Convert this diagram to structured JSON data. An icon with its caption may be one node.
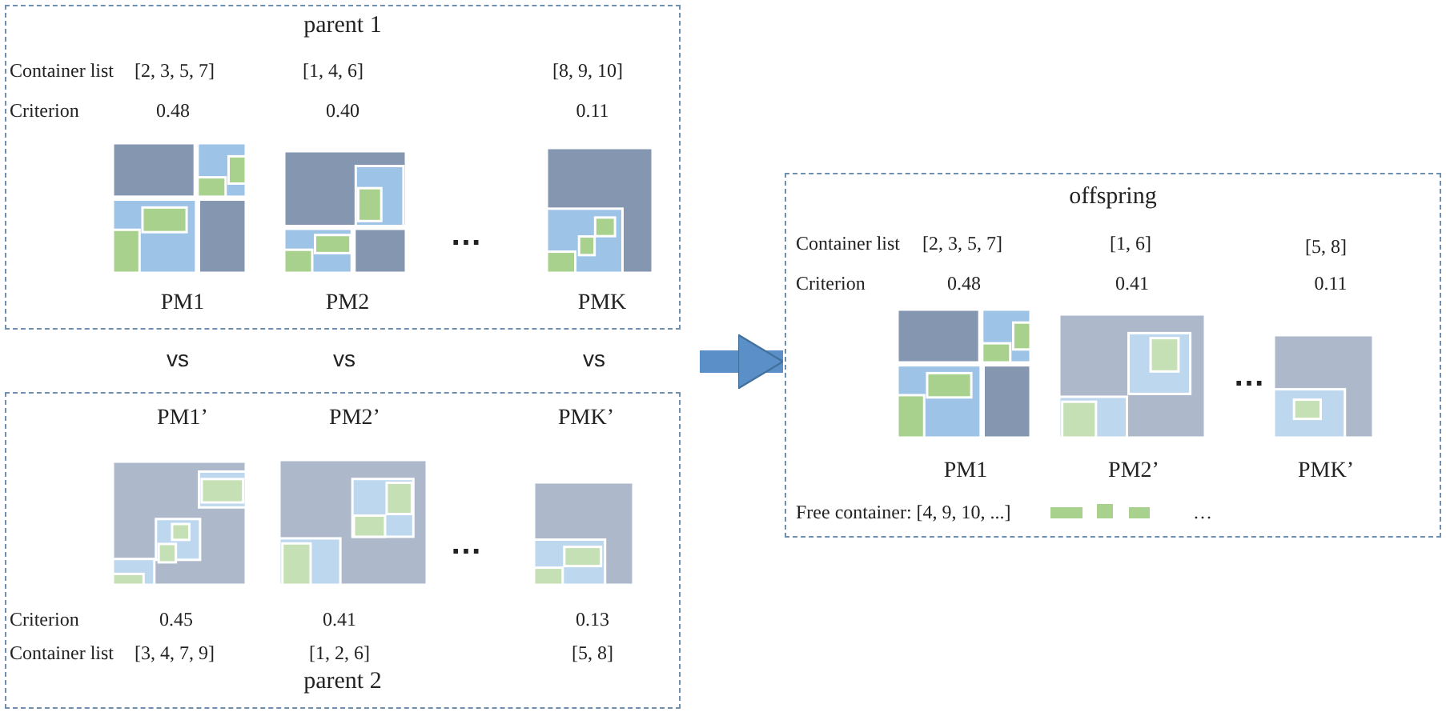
{
  "diagram": {
    "nodes": [
      {
        "text": [
          "parent 1"
        ]
      },
      {
        "text": [
          "PM1"
        ],
        "in": 0
      },
      {
        "text": [
          "PM2"
        ],
        "in": 0
      },
      {
        "text": [
          "PMK"
        ],
        "in": 0
      },
      {
        "text": [
          "parent 2"
        ]
      },
      {
        "text": [
          "PM1’"
        ],
        "in": 4
      },
      {
        "text": [
          "PM2’"
        ],
        "in": 4
      },
      {
        "text": [
          "PMK’"
        ],
        "in": 4
      },
      {
        "text": [
          "offspring"
        ]
      },
      {
        "text": [
          "PM1"
        ],
        "in": 8
      },
      {
        "text": [
          "PM2’"
        ],
        "in": 8
      },
      {
        "text": [
          "PMK’"
        ],
        "in": 8
      }
    ],
    "edges": [
      {
        "from": null,
        "to": 8,
        "arrow": "to"
      }
    ],
    "labels": [
      "Container list",
      "[2, 3, 5, 7]",
      "[1, 4, 6]",
      "[8, 9, 10]",
      "Criterion",
      "0.48",
      "0.40",
      "0.11",
      "…",
      "vs",
      "vs",
      "vs",
      "…",
      "Criterion",
      "0.45",
      "0.41",
      "0.13",
      "Container list",
      "[3, 4, 7, 9]",
      "[1, 2, 6]",
      "[5, 8]",
      "Container list",
      "[2, 3, 5, 7]",
      "[1, 6]",
      "[5, 8]",
      "Criterion",
      "0.48",
      "0.41",
      "0.11",
      "…",
      "Free container: [4, 9, 10, ...]",
      "…"
    ]
  }
}
